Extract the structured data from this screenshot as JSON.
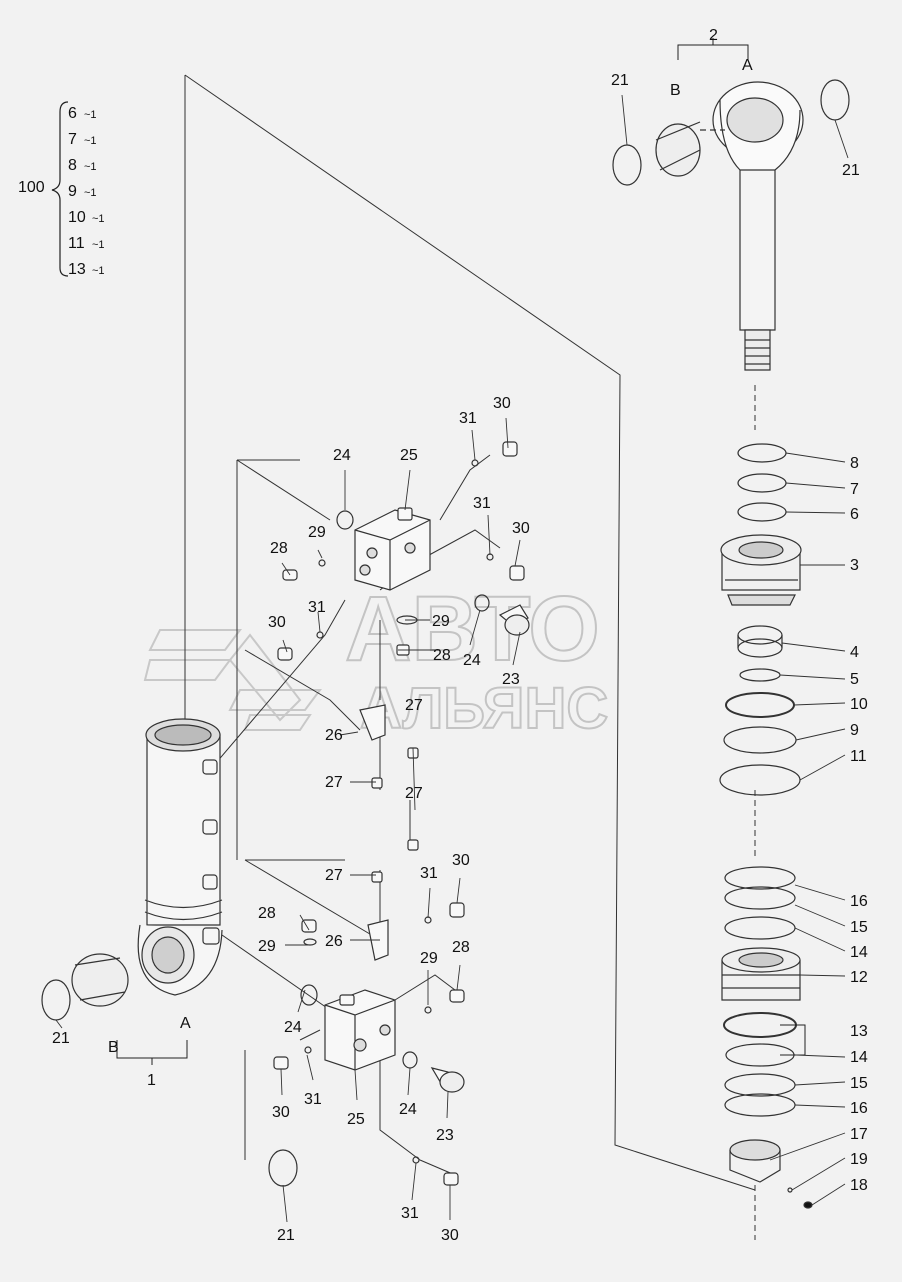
{
  "watermark": {
    "line1": "АВТО",
    "line2": "АЛЬЯНС"
  },
  "kit": {
    "number": "100",
    "items": [
      {
        "no": "6",
        "qty": "~1"
      },
      {
        "no": "7",
        "qty": "~1"
      },
      {
        "no": "8",
        "qty": "~1"
      },
      {
        "no": "9",
        "qty": "~1"
      },
      {
        "no": "10",
        "qty": "~1"
      },
      {
        "no": "11",
        "qty": "~1"
      },
      {
        "no": "13",
        "qty": "~1"
      }
    ]
  },
  "labels": {
    "rod": "2",
    "rod_a": "A",
    "rod_b": "B",
    "tube": "1",
    "tube_a": "A",
    "tube_b": "B",
    "ring21": "21",
    "p3": "3",
    "p4": "4",
    "p5": "5",
    "p6": "6",
    "p7": "7",
    "p8": "8",
    "p9": "9",
    "p10": "10",
    "p11": "11",
    "p12": "12",
    "p13": "13",
    "p14": "14",
    "p15": "15",
    "p16": "16",
    "p17": "17",
    "p18": "18",
    "p19": "19",
    "p23": "23",
    "p24": "24",
    "p25": "25",
    "p26": "26",
    "p27": "27",
    "p28": "28",
    "p29": "29",
    "p30": "30",
    "p31": "31"
  }
}
